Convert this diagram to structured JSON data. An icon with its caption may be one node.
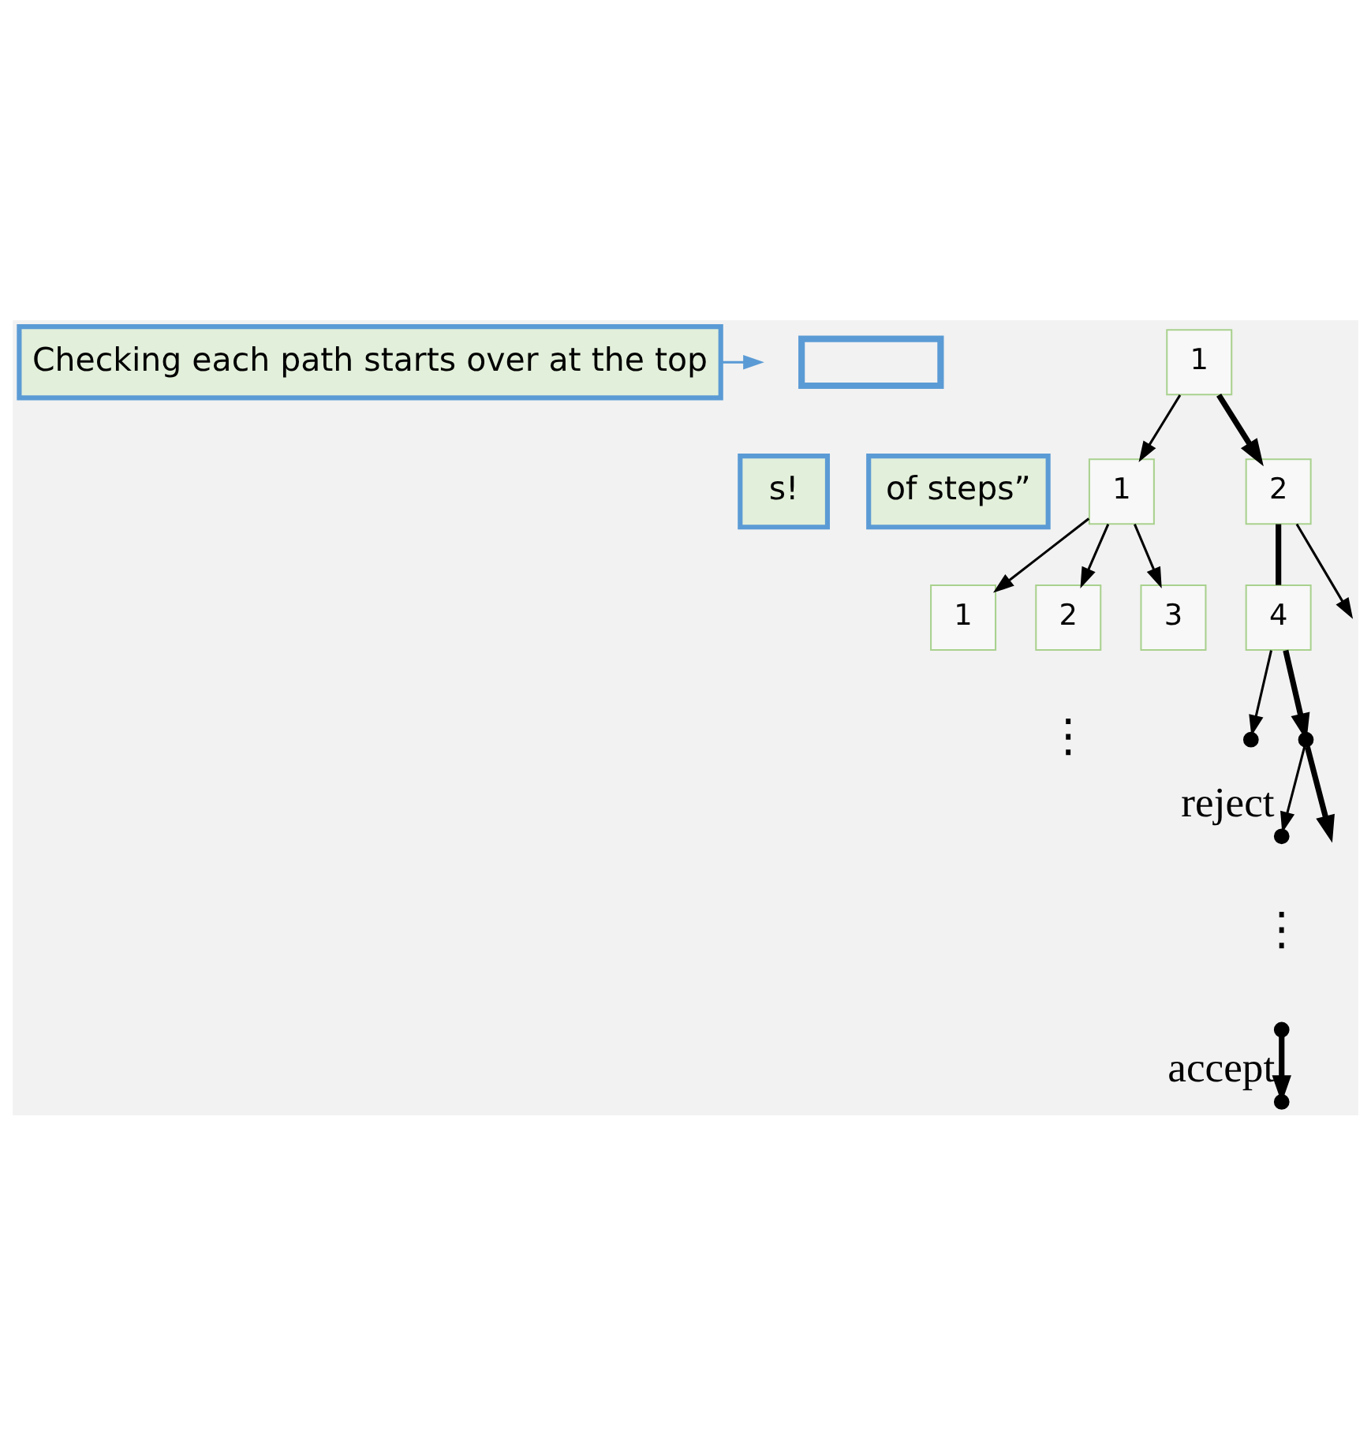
{
  "diagram": {
    "nodes": [
      {
        "text": [
          "Checking each path starts over at the top"
        ]
      },
      {
        "text": [],
        "shape": "box"
      },
      {
        "text": [
          "1"
        ]
      },
      {
        "text": [
          "1"
        ]
      },
      {
        "text": [
          "2"
        ]
      },
      {
        "text": [
          "1"
        ]
      },
      {
        "text": [
          "2"
        ]
      },
      {
        "text": [
          "3"
        ]
      },
      {
        "text": [
          "4"
        ]
      },
      {
        "text": [],
        "shape": "circle"
      },
      {
        "text": [],
        "shape": "circle"
      },
      {
        "text": [],
        "shape": "circle",
        "beside": [
          "reject"
        ]
      },
      {
        "text": [],
        "shape": "circle"
      },
      {
        "text": [],
        "shape": "circle",
        "beside": [
          "accept"
        ]
      },
      {
        "text": [
          "s!"
        ]
      },
      {
        "text": [
          "of steps”"
        ]
      }
    ],
    "edges": [
      {
        "from": 0,
        "to": null,
        "arrow": "to",
        "color": "#5b9bd5"
      },
      {
        "from": 2,
        "to": 3,
        "arrow": "to"
      },
      {
        "from": 2,
        "to": 4,
        "arrow": "to",
        "style": "thick"
      },
      {
        "from": 3,
        "to": 5,
        "arrow": "to"
      },
      {
        "from": 3,
        "to": 6,
        "arrow": "to"
      },
      {
        "from": 3,
        "to": 7,
        "arrow": "to"
      },
      {
        "from": 4,
        "to": null,
        "arrow": "to"
      },
      {
        "from": 4,
        "to": 8,
        "arrow": "none",
        "style": "thick"
      },
      {
        "from": 8,
        "to": 9,
        "arrow": "to"
      },
      {
        "from": 8,
        "to": 10,
        "arrow": "to",
        "style": "thick"
      },
      {
        "from": 10,
        "to": 11,
        "arrow": "to"
      },
      {
        "from": 10,
        "to": null,
        "arrow": "to",
        "style": "thick"
      },
      {
        "from": 12,
        "to": 13,
        "arrow": "to",
        "style": "thick"
      }
    ],
    "labels": [
      "⋮",
      "⋮"
    ]
  }
}
